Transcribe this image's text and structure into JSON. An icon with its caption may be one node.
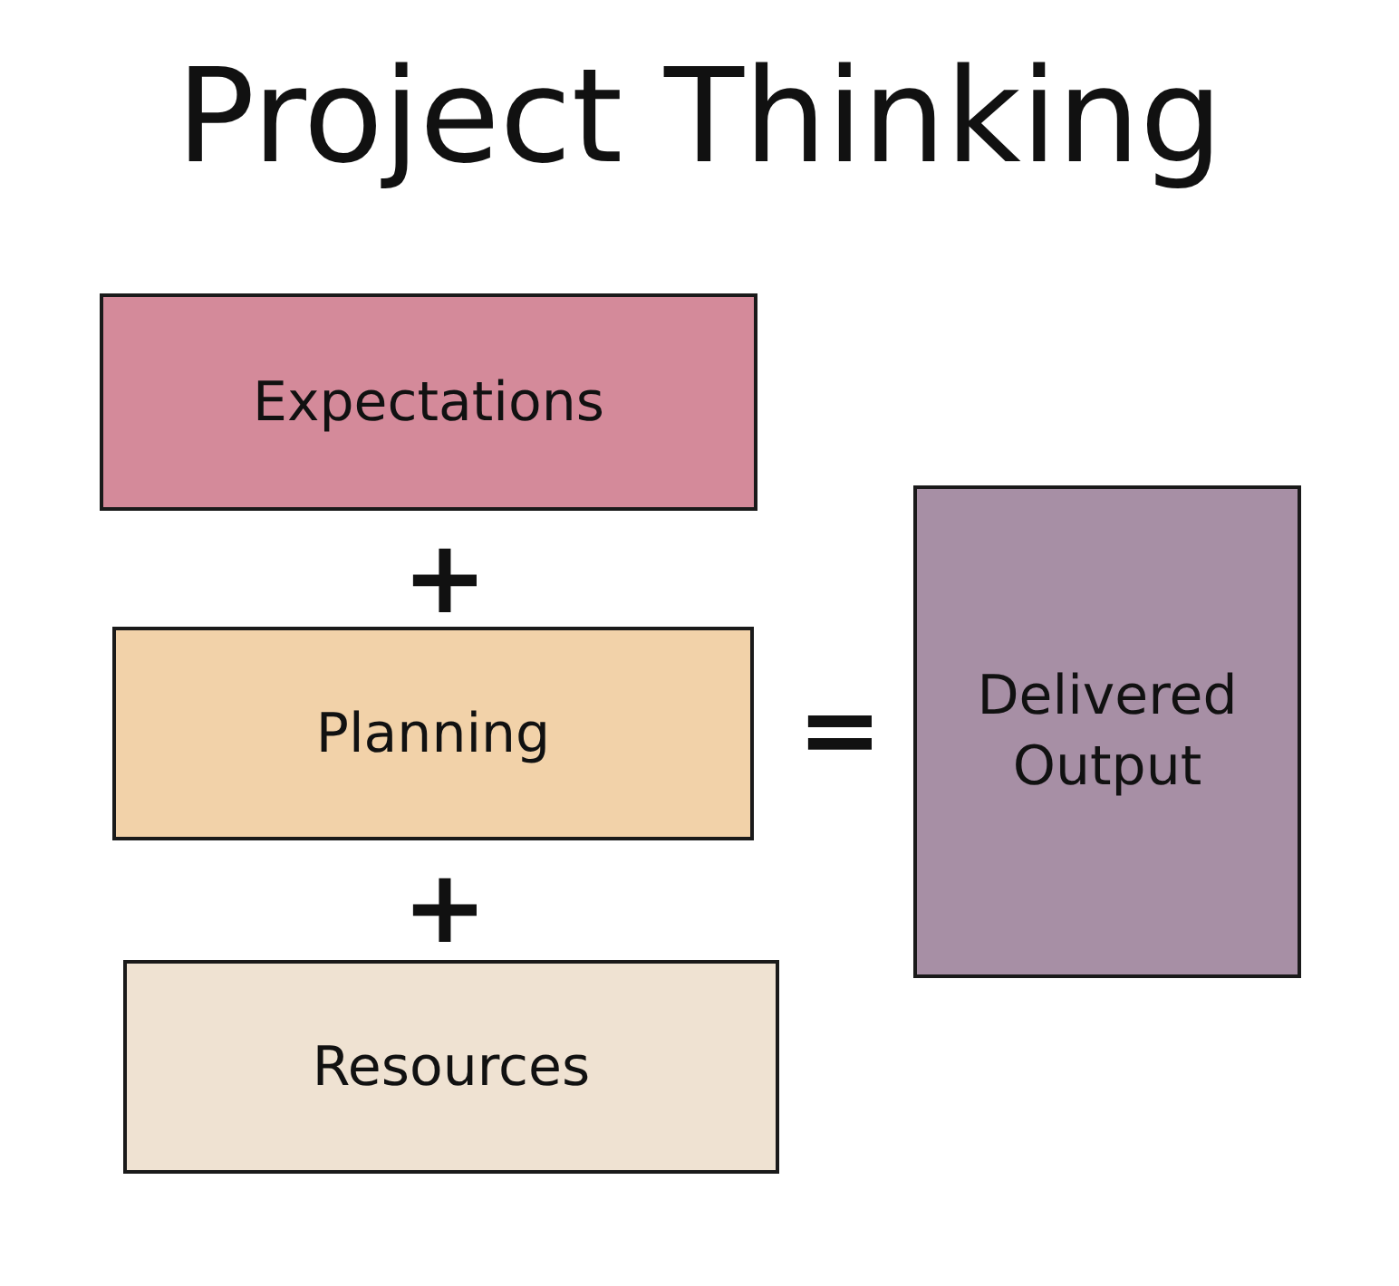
{
  "diagram": {
    "title": "Project Thinking",
    "nodes": [
      {
        "text": [
          "Expectations"
        ]
      },
      {
        "text": [
          "Planning"
        ]
      },
      {
        "text": [
          "Resources"
        ]
      },
      {
        "text": [
          "Delivered Output"
        ]
      }
    ],
    "labels": [
      "+",
      "+",
      "="
    ]
  }
}
